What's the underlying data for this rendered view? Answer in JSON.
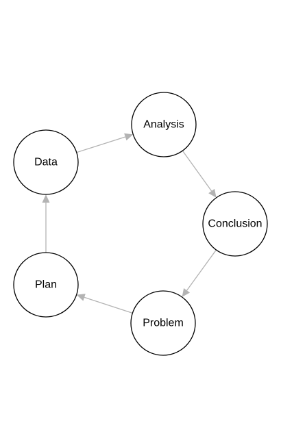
{
  "diagram": {
    "type": "cycle",
    "nodes": [
      {
        "id": "analysis",
        "label": "Analysis"
      },
      {
        "id": "conclusion",
        "label": "Conclusion"
      },
      {
        "id": "problem",
        "label": "Problem"
      },
      {
        "id": "plan",
        "label": "Plan"
      },
      {
        "id": "data",
        "label": "Data"
      }
    ],
    "edges": [
      {
        "from": "data",
        "to": "analysis"
      },
      {
        "from": "analysis",
        "to": "conclusion"
      },
      {
        "from": "conclusion",
        "to": "problem"
      },
      {
        "from": "problem",
        "to": "plan"
      },
      {
        "from": "plan",
        "to": "data"
      }
    ],
    "colors": {
      "node_stroke": "#000000",
      "node_fill": "#ffffff",
      "edge": "#b3b3b3",
      "text": "#000000"
    }
  }
}
